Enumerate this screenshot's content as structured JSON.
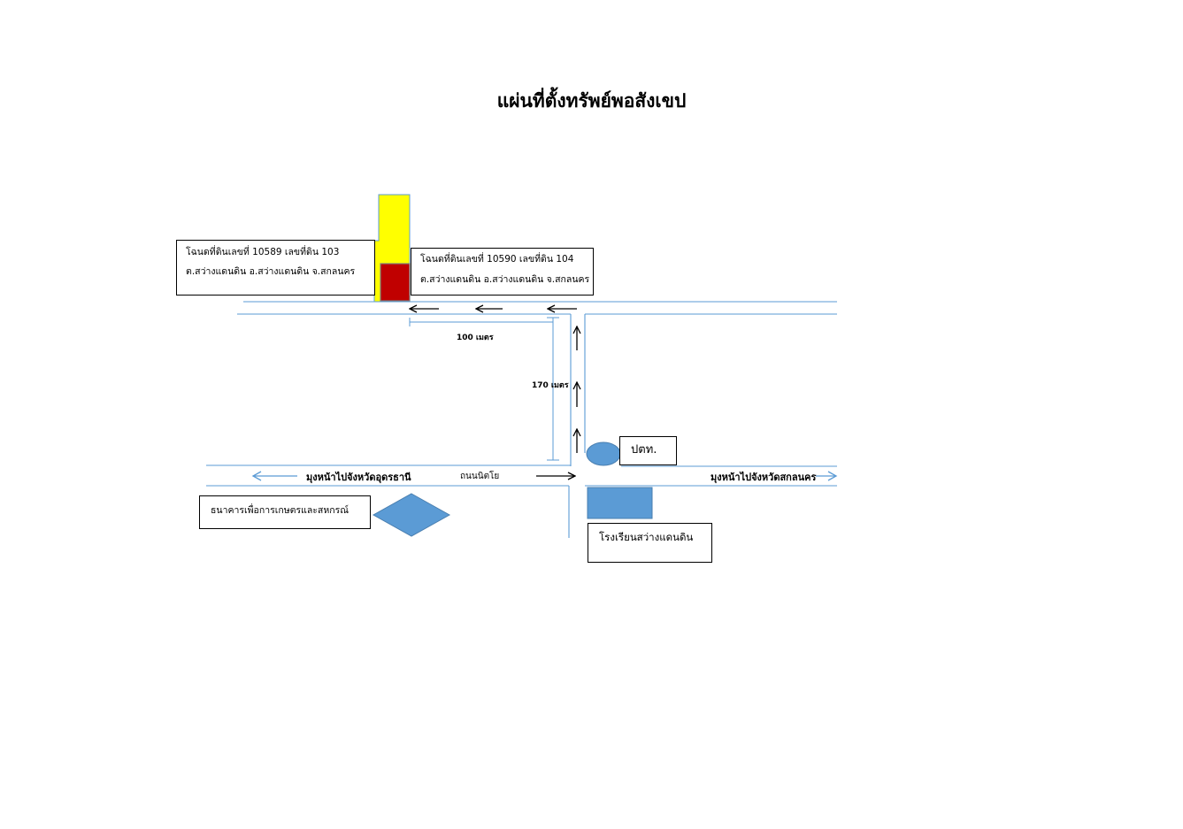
{
  "title": "แผ่นที่ตั้งทรัพย์พอสังเขป",
  "plots": {
    "plot1_line1": "โฉนดที่ดินเลขที่ 10589   เลขที่ดิน  103",
    "plot1_line2": "ต.สว่างแดนดิน อ.สว่างแดนดิน จ.สกลนคร",
    "plot2_line1": "โฉนดที่ดินเลขที่ 10590   เลขที่ดิน  104",
    "plot2_line2": "ต.สว่างแดนดิน อ.สว่างแดนดิน จ.สกลนคร"
  },
  "distances": {
    "horizontal": "100 เมตร",
    "vertical": "170 เมตร"
  },
  "roads": {
    "to_west": "มุงหน้าไปจังหวัดอุดรธานี",
    "road_name": "ถนนนิตโย",
    "to_east": "มุงหน้าไปจังหวัดสกลนคร"
  },
  "landmarks": {
    "post_office": "ปตท.",
    "bank": "ธนาคารเพื่อการเกษตรและสหกรณ์",
    "school": "โรงเรียนสว่างแดนดิน"
  },
  "colors": {
    "road_line": "#5b9bd5",
    "landmark_fill": "#5b9bd5",
    "plot_yellow": "#ffff00",
    "plot_red": "#c00000"
  }
}
